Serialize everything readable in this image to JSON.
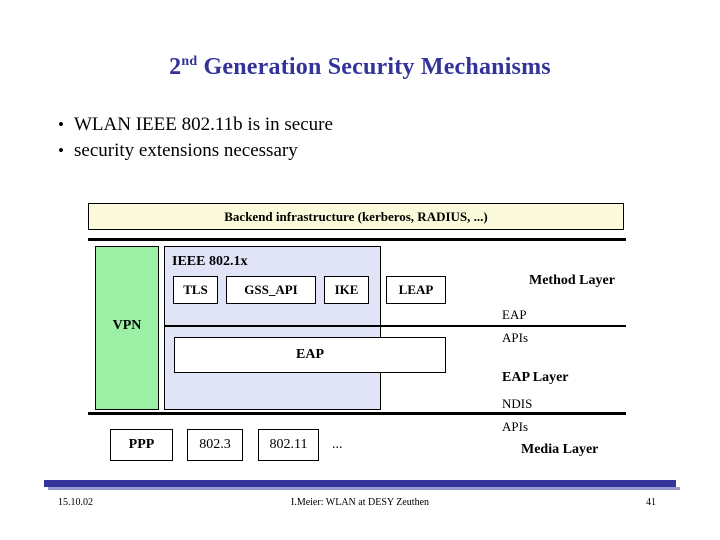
{
  "slide": {
    "title_main_prefix": "2",
    "title_superscript": "nd",
    "title_main_suffix": " Generation Security Mechanisms",
    "title_full": "2nd Generation Security Mechanisms",
    "title_color": "#333399",
    "bullets": [
      {
        "marker": "•",
        "text": "WLAN IEEE 802.11b is in secure"
      },
      {
        "marker": "•",
        "text": "security extensions necessary"
      }
    ]
  },
  "diagram": {
    "backend": {
      "label": "Backend infrastructure (kerberos, RADIUS, ...)",
      "fill": "#FBFBDC"
    },
    "vpn": {
      "label": "VPN",
      "fill": "#9BF0A5"
    },
    "dot1x": {
      "label": "IEEE 802.1x",
      "fill": "#E1E3F6"
    },
    "mechanisms": [
      {
        "label": "TLS"
      },
      {
        "label": "GSS_API"
      },
      {
        "label": "IKE"
      },
      {
        "label": "LEAP"
      }
    ],
    "eap": {
      "label": "EAP"
    },
    "media": [
      {
        "label": "PPP"
      },
      {
        "label": "802.3"
      },
      {
        "label": "802.11"
      }
    ],
    "media_ellipsis": "...",
    "layers": [
      {
        "title": "Method Layer"
      },
      {
        "title": "EAP Layer"
      },
      {
        "title": "Media Layer"
      }
    ],
    "apis": [
      {
        "top": "EAP",
        "bottom": "APIs"
      },
      {
        "top": "NDIS",
        "bottom": "APIs"
      }
    ]
  },
  "footer": {
    "date": "15.10.02",
    "center": "I.Meier: WLAN at DESY Zeuthen",
    "page": "41",
    "bar_color": "#333399"
  }
}
